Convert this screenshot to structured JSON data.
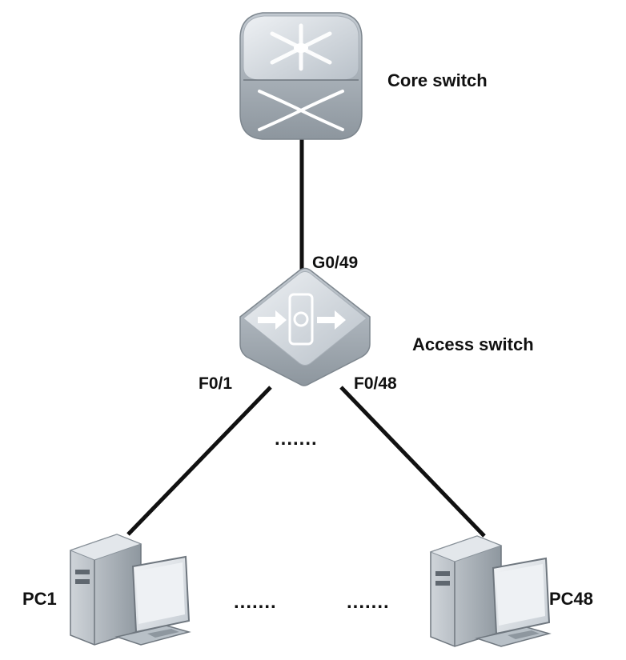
{
  "devices": {
    "core_switch": {
      "label": "Core switch"
    },
    "access_switch": {
      "label": "Access switch"
    },
    "pc_first": {
      "label": "PC1"
    },
    "pc_last": {
      "label": "PC48"
    }
  },
  "ports": {
    "uplink": "G0/49",
    "downlink_first": "F0/1",
    "downlink_last": "F0/48"
  },
  "ellipses": {
    "between_links": ".......",
    "between_pcs_left": ".......",
    "between_pcs_right": "......."
  },
  "colors": {
    "link": "#111111",
    "device_top": "#d6dbe0",
    "device_side": "#9aa3ab",
    "label": "#111111"
  }
}
